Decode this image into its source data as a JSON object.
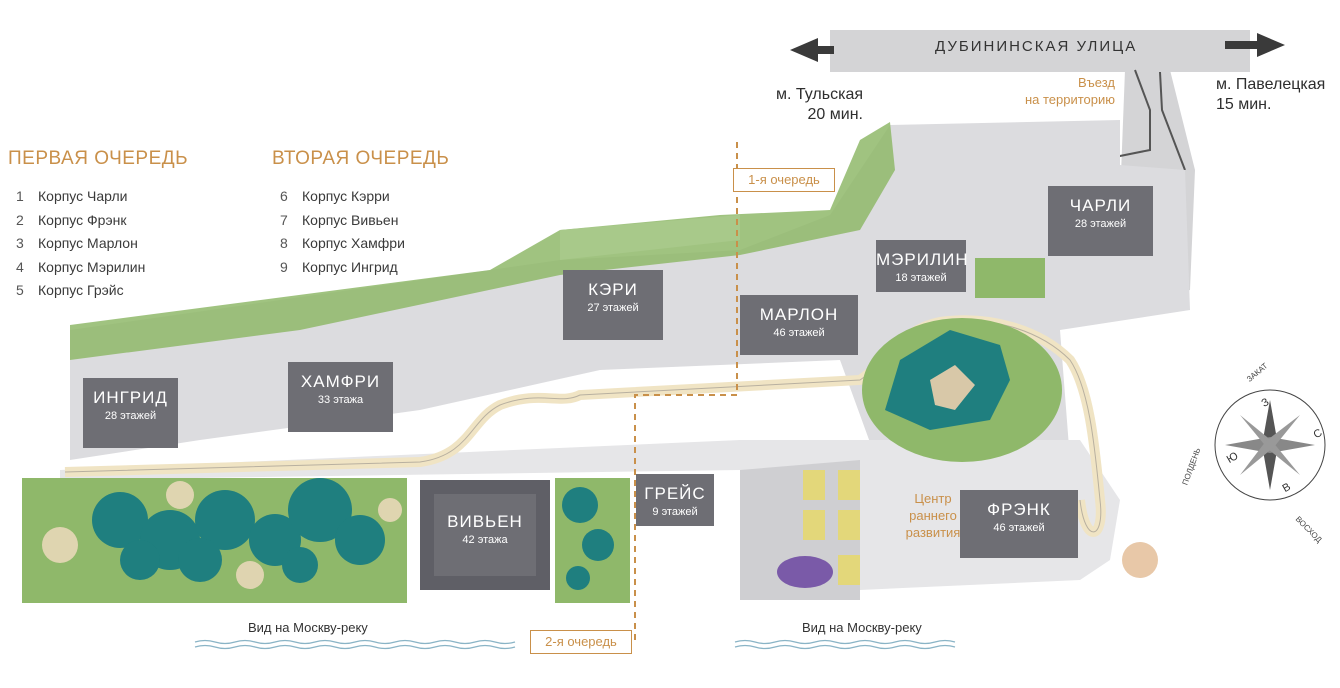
{
  "legend": {
    "phase1": {
      "title": "ПЕРВАЯ ОЧЕРЕДЬ",
      "items": [
        {
          "num": "1",
          "label": "Корпус Чарли"
        },
        {
          "num": "2",
          "label": "Корпус Фрэнк"
        },
        {
          "num": "3",
          "label": "Корпус Марлон"
        },
        {
          "num": "4",
          "label": "Корпус Мэрилин"
        },
        {
          "num": "5",
          "label": "Корпус Грэйс"
        }
      ]
    },
    "phase2": {
      "title": "ВТОРАЯ ОЧЕРЕДЬ",
      "items": [
        {
          "num": "6",
          "label": "Корпус Кэрри"
        },
        {
          "num": "7",
          "label": "Корпус Вивьен"
        },
        {
          "num": "8",
          "label": "Корпус Хамфри"
        },
        {
          "num": "9",
          "label": "Корпус Ингрид"
        }
      ]
    }
  },
  "street": "ДУБИНИНСКАЯ УЛИЦА",
  "metro": {
    "tulskaya": {
      "name": "м. Тульская",
      "time": "20 мин."
    },
    "paveletskaya": {
      "name": "м. Павелецкая",
      "time": "15 мин."
    }
  },
  "entry": {
    "line1": "Въезд",
    "line2": "на территорию"
  },
  "phase_tags": {
    "first": "1-я очередь",
    "second": "2-я очередь"
  },
  "buildings": {
    "charli": {
      "name": "ЧАРЛИ",
      "floors": "28 этажей"
    },
    "marilin": {
      "name": "МЭРИЛИН",
      "floors": "18 этажей"
    },
    "marlon": {
      "name": "МАРЛОН",
      "floors": "46 этажей"
    },
    "keri": {
      "name": "КЭРИ",
      "floors": "27 этажей"
    },
    "hamfri": {
      "name": "ХАМФРИ",
      "floors": "33 этажа"
    },
    "ingrid": {
      "name": "ИНГРИД",
      "floors": "28 этажей"
    },
    "vivien": {
      "name": "ВИВЬЕН",
      "floors": "42 этажа"
    },
    "greys": {
      "name": "ГРЕЙС",
      "floors": "9 этажей"
    },
    "frenk": {
      "name": "ФРЭНК",
      "floors": "46 этажей"
    }
  },
  "kindergarten": {
    "line1": "Центр",
    "line2": "раннего",
    "line3": "развития"
  },
  "river": {
    "left": "Вид на Москву-реку",
    "right": "Вид на Москву-реку"
  },
  "compass": {
    "sunset": "ЗАКАТ",
    "noon": "ПОЛДЕНЬ",
    "sunrise": "ВОСХОД",
    "n": "С",
    "s": "Ю",
    "e": "В",
    "w": "З"
  },
  "colors": {
    "accent": "#c9904a",
    "building": "#6e6e74",
    "road": "#d4d4d6",
    "greenery": "#8fb86a",
    "water": "#1f7f7f",
    "path": "#f0e4c4"
  }
}
